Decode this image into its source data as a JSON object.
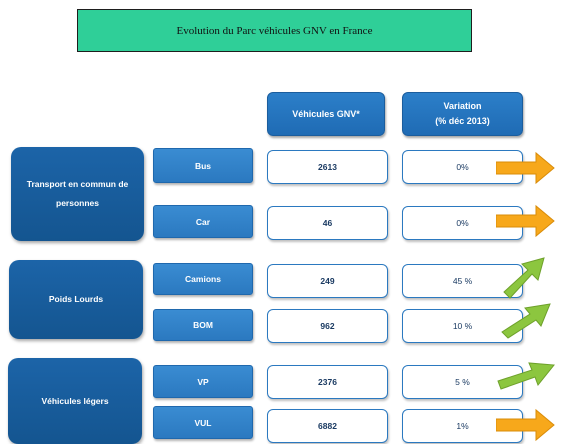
{
  "title": "Evolution du Parc véhicules GNV en France",
  "headers": {
    "vehicles": "Véhicules GNV*",
    "variation_line1": "Variation",
    "variation_line2": "(% déc 2013)"
  },
  "groups": [
    {
      "line1": "Transport en commun de",
      "line2": "personnes"
    },
    {
      "line1": "Poids Lourds",
      "line2": ""
    },
    {
      "line1": "Véhicules légers",
      "line2": ""
    }
  ],
  "rows": [
    {
      "label": "Bus",
      "vehicles": "2613",
      "variation": "0%",
      "trend": "flat"
    },
    {
      "label": "Car",
      "vehicles": "46",
      "variation": "0%",
      "trend": "flat"
    },
    {
      "label": "Camions",
      "vehicles": "249",
      "variation": "45 %",
      "trend": "up-steep"
    },
    {
      "label": "BOM",
      "vehicles": "962",
      "variation": "10 %",
      "trend": "up"
    },
    {
      "label": "VP",
      "vehicles": "2376",
      "variation": "5 %",
      "trend": "up-slight"
    },
    {
      "label": "VUL",
      "vehicles": "6882",
      "variation": "1%",
      "trend": "flat"
    }
  ],
  "colors": {
    "title_bg": "#2fcf98",
    "header_blue": "#2c7fc9",
    "group_blue": "#1c64a8",
    "arrow_orange": "#f7a81b",
    "arrow_green": "#8cc63f"
  }
}
